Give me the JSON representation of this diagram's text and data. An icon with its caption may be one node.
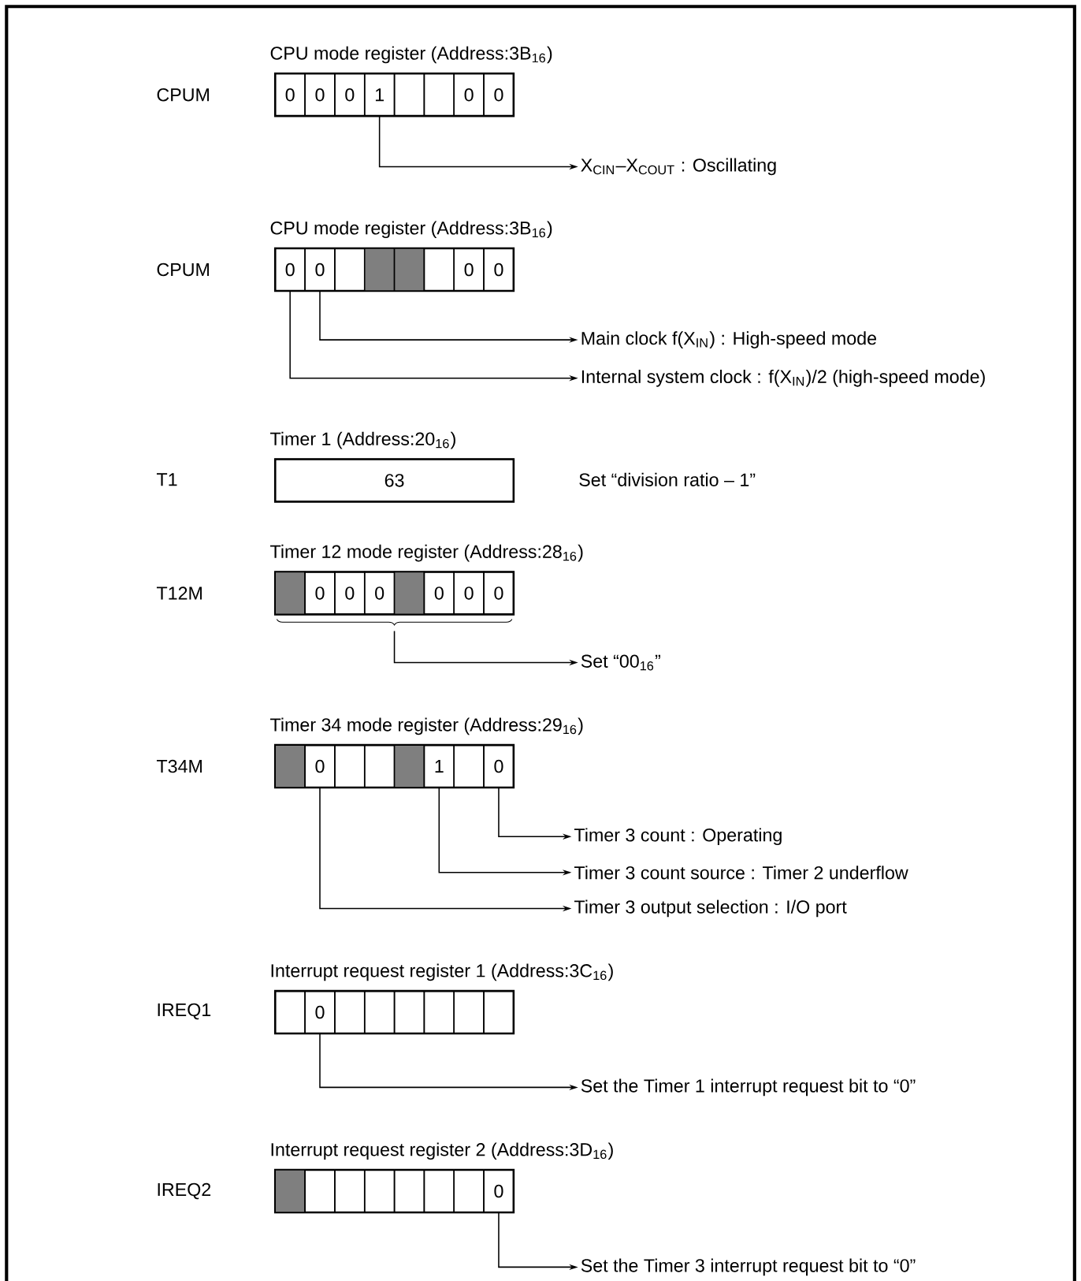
{
  "diagram": {
    "nodes": [
      {
        "text": [
          "CPU mode register (Address:3B$_{16}$)"
        ]
      },
      {
        "text": [
          "0"
        ],
        "in": 0
      },
      {
        "text": [
          "0"
        ],
        "in": 0
      },
      {
        "text": [
          "0"
        ],
        "in": 0
      },
      {
        "text": [
          "1"
        ],
        "in": 0
      },
      {
        "text": [],
        "shape": "box",
        "in": 0
      },
      {
        "text": [],
        "shape": "box",
        "in": 0
      },
      {
        "text": [
          "0"
        ],
        "in": 0
      },
      {
        "text": [
          "0"
        ],
        "in": 0
      },
      {
        "text": [
          "X$_{CIN}$–X$_{COUT}$ : Oscillating"
        ]
      },
      {
        "text": [
          "CPU mode register (Address:3B$_{16}$)"
        ]
      },
      {
        "text": [
          "0"
        ],
        "in": 10
      },
      {
        "text": [
          "0"
        ],
        "in": 10
      },
      {
        "text": [],
        "shape": "box",
        "in": 10
      },
      {
        "text": [],
        "shape": "block",
        "in": 10
      },
      {
        "text": [],
        "shape": "block",
        "in": 10
      },
      {
        "text": [],
        "shape": "box",
        "in": 10
      },
      {
        "text": [
          "0"
        ],
        "in": 10
      },
      {
        "text": [
          "0"
        ],
        "in": 10
      },
      {
        "text": [
          "Main clock f(X$_{IN}$) : High-speed mode"
        ]
      },
      {
        "text": [
          "Internal system clock : f(X$_{IN}$)/2 (high-speed mode)"
        ]
      },
      {
        "text": [
          "Timer 1 (Address:20$_{16}$)"
        ]
      },
      {
        "text": [
          "63"
        ],
        "in": 21
      },
      {
        "text": [
          "Timer 12 mode register (Address:28$_{16}$)"
        ]
      },
      {
        "text": [],
        "shape": "block",
        "in": 23
      },
      {
        "text": [
          "0"
        ],
        "in": 23
      },
      {
        "text": [
          "0"
        ],
        "in": 23
      },
      {
        "text": [
          "0"
        ],
        "in": 23
      },
      {
        "text": [],
        "shape": "block",
        "in": 23
      },
      {
        "text": [
          "0"
        ],
        "in": 23
      },
      {
        "text": [
          "0"
        ],
        "in": 23
      },
      {
        "text": [
          "0"
        ],
        "in": 23
      },
      {
        "text": [],
        "shape": "brace"
      },
      {
        "text": [
          "Set “00$_{16}$”"
        ]
      },
      {
        "text": [
          "Timer 34 mode register (Address:29$_{16}$)"
        ]
      },
      {
        "text": [],
        "shape": "block",
        "in": 34
      },
      {
        "text": [
          "0"
        ],
        "in": 34
      },
      {
        "text": [],
        "shape": "box",
        "in": 34
      },
      {
        "text": [],
        "shape": "box",
        "in": 34
      },
      {
        "text": [],
        "shape": "block",
        "in": 34
      },
      {
        "text": [
          "1"
        ],
        "in": 34
      },
      {
        "text": [],
        "shape": "box",
        "in": 34
      },
      {
        "text": [
          "0"
        ],
        "in": 34
      },
      {
        "text": [
          "Timer 3 count : Operating"
        ]
      },
      {
        "text": [
          "Timer 3 count source : Timer 2 underflow"
        ]
      },
      {
        "text": [
          "Timer 3 output selection : I/O port"
        ]
      },
      {
        "text": [
          "Interrupt request register 1 (Address:3C$_{16}$)"
        ]
      },
      {
        "text": [],
        "shape": "box",
        "in": 46
      },
      {
        "text": [
          "0"
        ],
        "in": 46
      },
      {
        "text": [],
        "shape": "box",
        "in": 46
      },
      {
        "text": [],
        "shape": "box",
        "in": 46
      },
      {
        "text": [],
        "shape": "box",
        "in": 46
      },
      {
        "text": [],
        "shape": "box",
        "in": 46
      },
      {
        "text": [],
        "shape": "box",
        "in": 46
      },
      {
        "text": [],
        "shape": "box",
        "in": 46
      },
      {
        "text": [
          "Set the Timer 1 interrupt request bit to “0”"
        ]
      },
      {
        "text": [
          "Interrupt request register 2 (Address:3D$_{16}$)"
        ]
      },
      {
        "text": [],
        "shape": "block",
        "in": 56
      },
      {
        "text": [],
        "shape": "box",
        "in": 56
      },
      {
        "text": [],
        "shape": "box",
        "in": 56
      },
      {
        "text": [],
        "shape": "box",
        "in": 56
      },
      {
        "text": [],
        "shape": "box",
        "in": 56
      },
      {
        "text": [],
        "shape": "box",
        "in": 56
      },
      {
        "text": [],
        "shape": "box",
        "in": 56
      },
      {
        "text": [
          "0"
        ],
        "in": 56
      },
      {
        "text": [
          "Set the Timer 3 interrupt request bit to “0”"
        ]
      }
    ],
    "edges": [
      {
        "from": 4,
        "to": 9,
        "arrow": "to"
      },
      {
        "from": 12,
        "to": 19,
        "arrow": "to"
      },
      {
        "from": 11,
        "to": 20,
        "arrow": "to"
      },
      {
        "from": 32,
        "to": 33,
        "arrow": "to"
      },
      {
        "from": 42,
        "to": 43,
        "arrow": "to"
      },
      {
        "from": 40,
        "to": 44,
        "arrow": "to"
      },
      {
        "from": 36,
        "to": 45,
        "arrow": "to"
      },
      {
        "from": 48,
        "to": 55,
        "arrow": "to"
      },
      {
        "from": 64,
        "to": 65,
        "arrow": "to"
      }
    ],
    "labels": [
      "CPUM",
      "CPUM",
      "T1",
      "Set “division ratio – 1”",
      "T12M",
      "T34M",
      "IREQ1",
      "IREQ2"
    ]
  }
}
